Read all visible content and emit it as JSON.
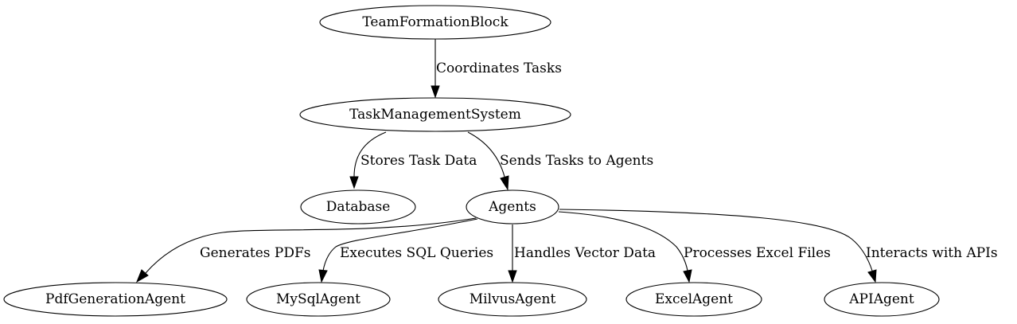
{
  "colors": {
    "stroke": "#000000",
    "fill": "#ffffff",
    "text": "#000000"
  },
  "nodes": {
    "team_formation_block": "TeamFormationBlock",
    "task_management_system": "TaskManagementSystem",
    "database": "Database",
    "agents": "Agents",
    "pdf_generation_agent": "PdfGenerationAgent",
    "mysql_agent": "MySqlAgent",
    "milvus_agent": "MilvusAgent",
    "excel_agent": "ExcelAgent",
    "api_agent": "APIAgent"
  },
  "edges": {
    "coordinates_tasks": "Coordinates Tasks",
    "stores_task_data": "Stores Task Data",
    "sends_tasks_to_agents": "Sends Tasks to Agents",
    "generates_pdfs": "Generates PDFs",
    "executes_sql_queries": "Executes SQL Queries",
    "handles_vector_data": "Handles Vector Data",
    "processes_excel_files": "Processes Excel Files",
    "interacts_with_apis": "Interacts with APIs"
  }
}
